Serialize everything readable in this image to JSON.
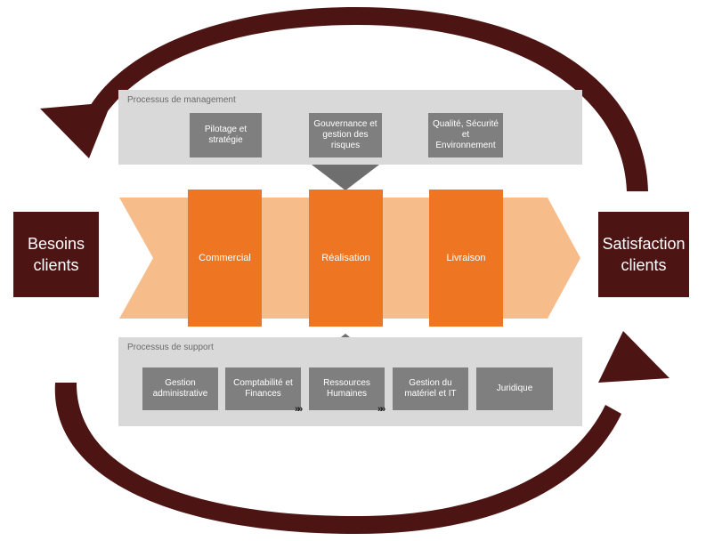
{
  "colors": {
    "dark_red": "#4d1414",
    "orange": "#ee7623",
    "light_orange": "#f6bd8b",
    "panel_gray": "#d9d9d9",
    "box_gray": "#7f7f7f"
  },
  "left_box": "Besoins\nclients",
  "right_box": "Satisfaction\nclients",
  "management": {
    "title": "Processus de management",
    "items": [
      "Pilotage et\nstratégie",
      "Gouvernance et\ngestion des\nrisques",
      "Qualité, Sécurité\net\nEnvironnement"
    ]
  },
  "realisation": {
    "items": [
      "Commercial",
      "Réalisation",
      "Livraison"
    ]
  },
  "support": {
    "title": "Processus de support",
    "items": [
      "Gestion\nadministrative",
      "Comptabilité et\nFinances",
      "Ressources\nHumaines",
      "Gestion du\nmatériel et IT",
      "Juridique"
    ]
  },
  "chevron_glyph": "»»"
}
